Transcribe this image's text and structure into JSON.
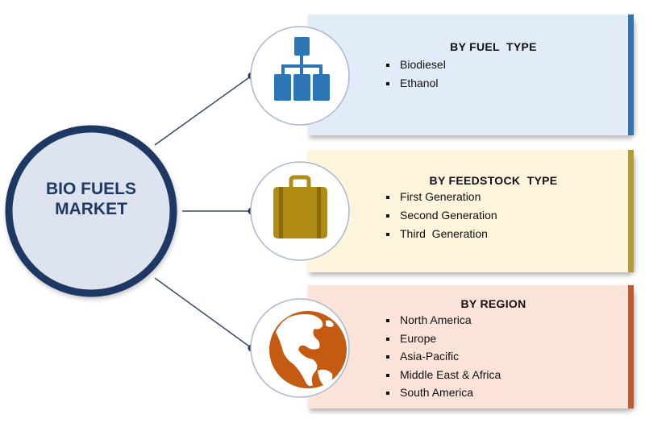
{
  "center": {
    "title_line1": "BIO FUELS",
    "title_line2": "MARKET"
  },
  "segments": [
    {
      "title": "BY FUEL  TYPE",
      "icon": "hierarchy-icon",
      "icon_color": "#2e75b6",
      "panel_color": "#e2ecf8",
      "edge_color": "#2e75b6",
      "items": [
        "Biodiesel",
        "Ethanol"
      ]
    },
    {
      "title": "BY FEEDSTOCK  TYPE",
      "icon": "suitcase-icon",
      "icon_color": "#b08c14",
      "panel_color": "#fdf4dc",
      "edge_color": "#b89a2e",
      "items": [
        "First Generation",
        "Second Generation",
        "Third  Generation"
      ]
    },
    {
      "title": "BY REGION",
      "icon": "globe-icon",
      "icon_color": "#c55a11",
      "panel_color": "#fbe3d9",
      "edge_color": "#c65a2a",
      "items": [
        "North America",
        "Europe",
        "Asia-Pacific",
        "Middle East & Africa",
        "South America"
      ]
    }
  ],
  "colors": {
    "center_ring": "#1f3864",
    "center_fill": "#dde4f0",
    "connector": "#3b4a6b",
    "icon_ring": "#a9b7cf"
  }
}
